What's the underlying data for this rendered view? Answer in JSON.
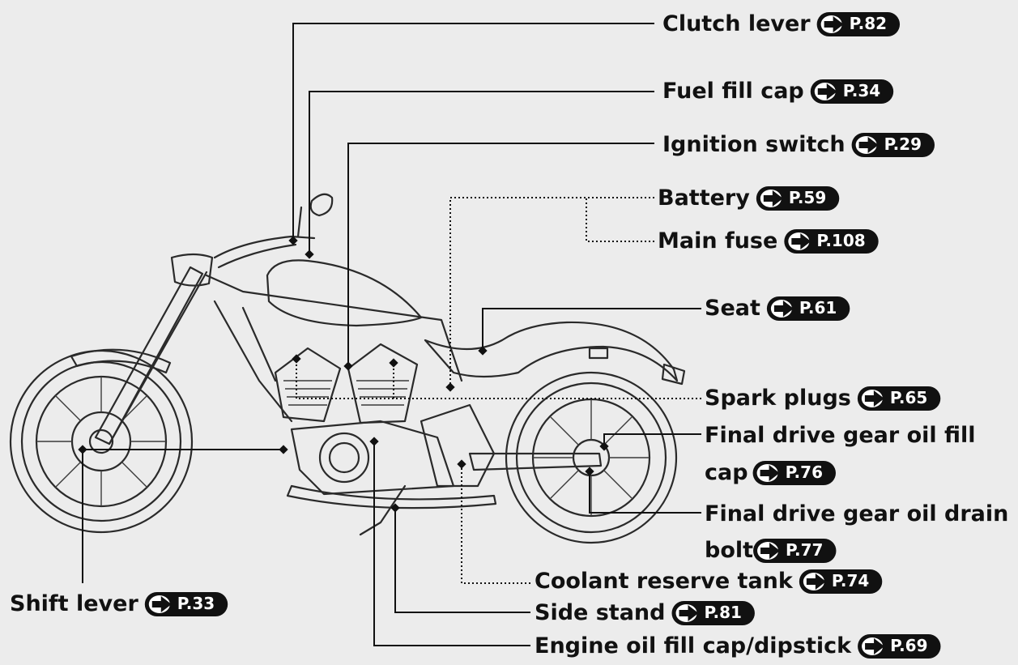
{
  "callouts": [
    {
      "id": "clutch-lever",
      "label": "Clutch lever",
      "page": "P.82"
    },
    {
      "id": "fuel-fill-cap",
      "label": "Fuel fill cap",
      "page": "P.34"
    },
    {
      "id": "ignition-switch",
      "label": "Ignition switch",
      "page": "P.29"
    },
    {
      "id": "battery",
      "label": "Battery",
      "page": "P.59"
    },
    {
      "id": "main-fuse",
      "label": "Main fuse",
      "page": "P.108"
    },
    {
      "id": "seat",
      "label": "Seat",
      "page": "P.61"
    },
    {
      "id": "spark-plugs",
      "label": "Spark plugs",
      "page": "P.65"
    },
    {
      "id": "final-drive-fill",
      "label_line1": "Final drive gear oil fill",
      "label_line2": "cap",
      "page": "P.76"
    },
    {
      "id": "final-drive-drain",
      "label_line1": "Final drive gear oil drain",
      "label_line2": "bolt",
      "page": "P.77"
    },
    {
      "id": "coolant-reserve-tank",
      "label": "Coolant reserve tank",
      "page": "P.74"
    },
    {
      "id": "side-stand",
      "label": "Side stand",
      "page": "P.81"
    },
    {
      "id": "engine-oil-fill",
      "label": "Engine oil fill cap/dipstick",
      "page": "P.69"
    },
    {
      "id": "shift-lever",
      "label": "Shift lever",
      "page": "P.33"
    }
  ],
  "icons": {
    "page_ref": "arrow-right-icon"
  },
  "colors": {
    "background": "#ececec",
    "text": "#111111",
    "badge": "#111111",
    "badge_text": "#ffffff"
  }
}
